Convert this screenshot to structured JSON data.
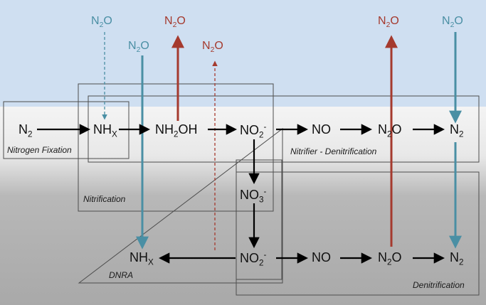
{
  "colors": {
    "sky": "#cfdff1",
    "soil_top": "#f4f4f4",
    "soil_bottom": "#a9a9a9",
    "red": "#a53a2e",
    "blue": "#4a8fa4",
    "box": "#4d4d4d"
  },
  "species": {
    "n2_start": {
      "base": "N",
      "sub": "2",
      "sup": ""
    },
    "nhx_top": {
      "base": "NH",
      "sub": "X",
      "sup": ""
    },
    "nh2oh": {
      "base": "NH",
      "sub": "2",
      "sup": "",
      "tail": "OH"
    },
    "no2_top": {
      "base": "NO",
      "sub": "2",
      "sup": "-"
    },
    "no_top": {
      "base": "NO",
      "sub": "",
      "sup": ""
    },
    "n2o_mid_top": {
      "base": "N",
      "sub": "2",
      "sup": "",
      "tail": "O"
    },
    "n2_top": {
      "base": "N",
      "sub": "2",
      "sup": ""
    },
    "no3": {
      "base": "NO",
      "sub": "3",
      "sup": "-"
    },
    "nhx_bottom": {
      "base": "NH",
      "sub": "X",
      "sup": ""
    },
    "no2_bottom": {
      "base": "NO",
      "sub": "2",
      "sup": "-"
    },
    "no_bottom": {
      "base": "NO",
      "sub": "",
      "sup": ""
    },
    "n2o_mid_bottom": {
      "base": "N",
      "sub": "2",
      "sup": "",
      "tail": "O"
    },
    "n2_bottom": {
      "base": "N",
      "sub": "2",
      "sup": ""
    }
  },
  "emissions": {
    "n2o_a": {
      "base": "N",
      "sub": "2",
      "tail": "O",
      "color": "blue"
    },
    "n2o_b": {
      "base": "N",
      "sub": "2",
      "tail": "O",
      "color": "blue"
    },
    "n2o_c": {
      "base": "N",
      "sub": "2",
      "tail": "O",
      "color": "red"
    },
    "n2o_d": {
      "base": "N",
      "sub": "2",
      "tail": "O",
      "color": "red"
    },
    "n2o_e": {
      "base": "N",
      "sub": "2",
      "tail": "O",
      "color": "red"
    },
    "n2o_f": {
      "base": "N",
      "sub": "2",
      "tail": "O",
      "color": "blue"
    }
  },
  "processes": {
    "nitrogen_fixation": "Nitrogen Fixation",
    "nitrification": "Nitrification",
    "nitrifier_denitrification": "Nitrifier - Denitrification",
    "dnra": "DNRA",
    "denitrification": "Denitrification"
  }
}
